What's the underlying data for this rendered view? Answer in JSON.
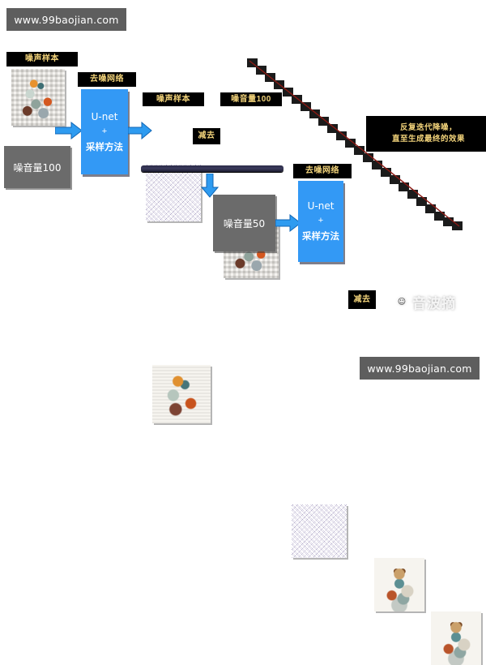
{
  "watermarks": {
    "top": "www.99baojian.com",
    "bottom": "www.99baojian.com",
    "overlay": "音波摘",
    "overlay_badge": "☺"
  },
  "labels": {
    "noise_sample": "噪声样本",
    "denoise_network": "去噪网络",
    "noise_amount_100": "噪音量100",
    "noise_amount_50": "噪音量50",
    "subtract": "减去",
    "unet_line1": "U-net",
    "unet_line2": "+",
    "unet_line3": "采样方法",
    "note": "反复迭代降噪，\n直至生成最终的效果",
    "note_line1": "反复迭代降噪，",
    "note_line2": "直至生成最终的效果"
  },
  "row1": {
    "input_caption": "噪声样本",
    "network_caption": "去噪网络",
    "noise_out_caption": "噪声样本",
    "result_caption": "噪音量100",
    "noise_value": "噪音量100",
    "operator": "减去"
  },
  "row2": {
    "noise_value": "噪音量50",
    "network_caption": "去噪网络"
  },
  "row3": {
    "operator": "减去"
  },
  "colors": {
    "accent_blue": "#3399f5",
    "caption_bg": "#000000",
    "caption_text": "#f2d37a",
    "gray_box": "#6b6b6b",
    "watermark_bg": "#5e5e5e",
    "strike_red": "#8b1a14",
    "navy_bar": "#2b2b47"
  }
}
